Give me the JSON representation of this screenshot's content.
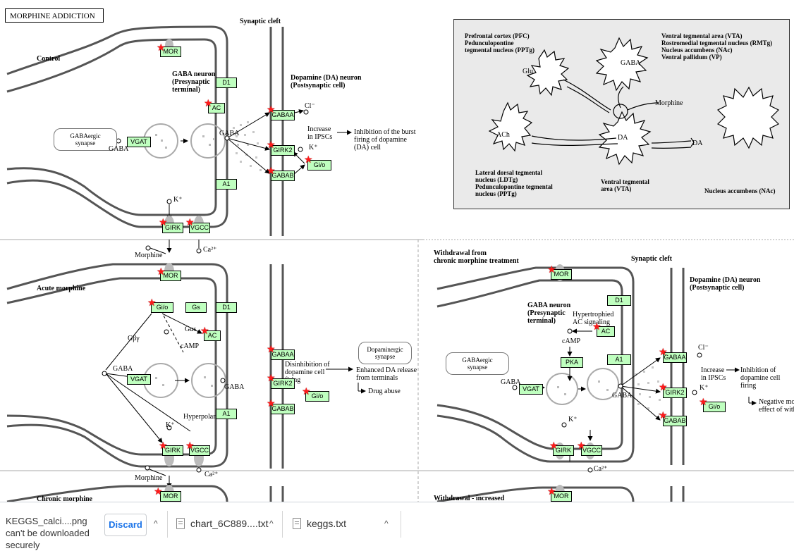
{
  "pathway_title": "MORPHINE ADDICTION",
  "panel1": {
    "section_label": "Control",
    "synaptic_cleft": "Synaptic cleft",
    "gaba_neuron": "GABA neuron\n(Presynaptic\nterminal)",
    "da_neuron": "Dopamine (DA) neuron\n(Postsynaptic cell)",
    "gabaergic_synapse": "GABAergic\nsynapse",
    "gaba": "GABA",
    "cl": "Cl⁻",
    "k": "K⁺",
    "increase_ipscs": "Increase\nin IPSCs",
    "inhibition": "Inhibition of the burst\nfiring of dopamine\n(DA) cell",
    "morphine": "Morphine",
    "ca": "Ca²⁺"
  },
  "panel2": {
    "section_label": "Acute morphine",
    "gbg": "Gβγ",
    "gaa": "Gαs",
    "camp": "cAMP",
    "gaba": "GABA",
    "hyperpolarization": "Hyperpolarization",
    "k": "K⁺",
    "disinhibition": "Disinhibition of\ndopamine cell\nfiring",
    "dopaminergic_synapse": "Dopaminergic\nsynapse",
    "enhanced_release": "Enhanced DA release\nfrom terminals",
    "drug_abuse": "Drug abuse",
    "ca": "Ca²⁺"
  },
  "panel3": {
    "section_label": "Chronic morphine",
    "morphine": "Morphine"
  },
  "panel4": {
    "section_label": "Withdrawal from\nchronic morphine treatment",
    "synaptic_cleft": "Synaptic cleft",
    "da_neuron": "Dopamine (DA) neuron\n(Postsynaptic cell)",
    "gaba_neuron": "GABA neuron\n(Presynaptic\nterminal)",
    "hypertrophied": "Hypertrophied\nAC signaling",
    "camp": "cAMP",
    "gabaergic_synapse": "GABAergic\nsynapse",
    "gaba": "GABA",
    "cl": "Cl⁻",
    "k": "K⁺",
    "increase_ipscs": "Increase\nin IPSCs",
    "inhibition": "Inhibition of\ndopamine cell\nfiring",
    "negative": "Negative mot\neffect of with",
    "ca": "Ca²⁺"
  },
  "panel5": {
    "section_label": "Withdrawal - increased\nadenosine tone"
  },
  "inset": {
    "pfc": "Prefrontal cortex (PFC)\nPedunculopontine\ntegmental nucleus (PPTg)",
    "vta_list": "Ventral tegmental area (VTA)\nRostromedial tegmental nucleus (RMTg)\nNucleus accumbens (NAc)\nVentral pallidum (VP)",
    "glu": "Glu",
    "gaba": "GABA",
    "morphine": "Morphine",
    "ach": "ACh",
    "da": "DA",
    "da_out": "DA",
    "ldtg": "Lateral dorsal tegmental\nnucleus (LDTg)\nPedunculopontine tegmental\nnucleus (PPTg)",
    "vta": "Ventral tegmental\narea (VTA)",
    "nac": "Nucleus accumbens (NAc)"
  },
  "genes": {
    "mor": "MOR",
    "d1": "D1",
    "ac": "AC",
    "vgat": "VGAT",
    "a1": "A1",
    "girk": "GIRK",
    "vgcc": "VGCC",
    "gabaa": "GABAA",
    "girk2": "GIRK2",
    "gio": "Gi/o",
    "gabab": "GABAB",
    "gs": "Gs",
    "pka": "PKA"
  },
  "download_bar": {
    "warning": "KEGGS_calci....png can't be downloaded securely",
    "discard": "Discard",
    "item1": "chart_6C889....txt",
    "item2": "keggs.txt"
  }
}
